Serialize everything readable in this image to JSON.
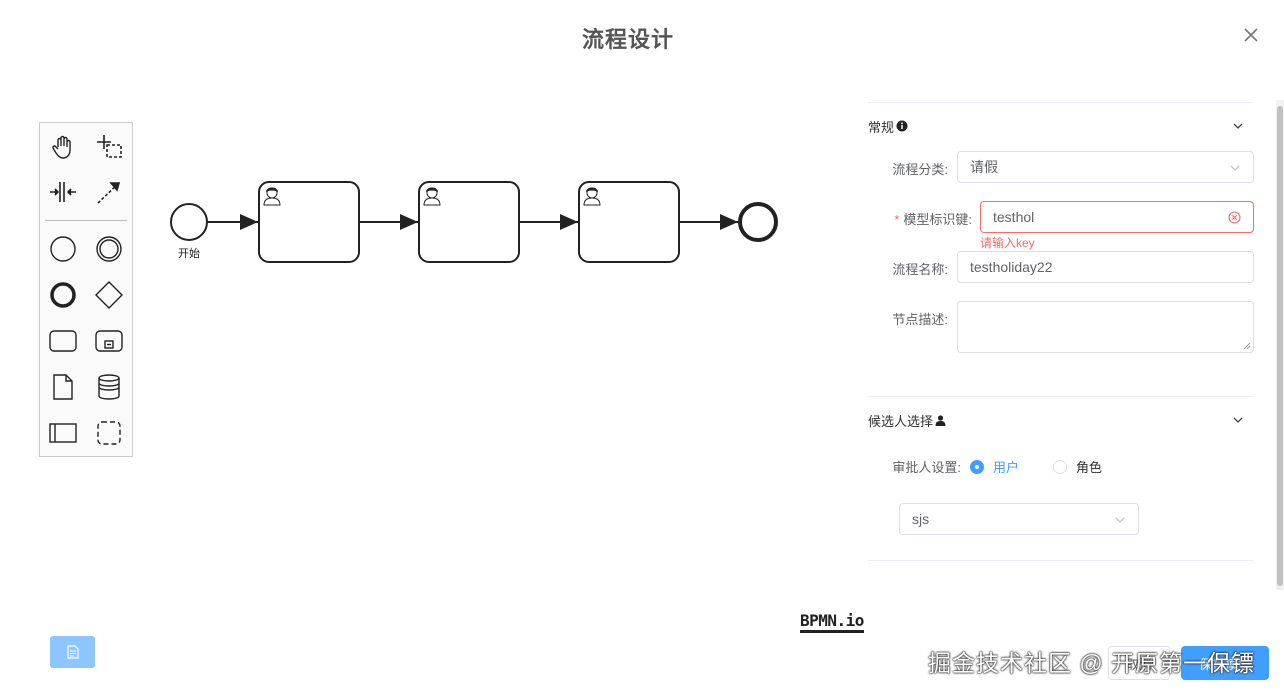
{
  "dialog": {
    "title": "流程设计"
  },
  "canvas": {
    "start_label": "开始",
    "logo": "BPMN.io"
  },
  "panel": {
    "general": {
      "title": "常规",
      "fields": {
        "category": {
          "label": "流程分类:",
          "value": "请假"
        },
        "model_key": {
          "label": "模型标识键:",
          "value": "testhol",
          "required": true,
          "error": "请输入key"
        },
        "name": {
          "label": "流程名称:",
          "value": "testholiday22"
        },
        "desc": {
          "label": "节点描述:",
          "value": ""
        }
      }
    },
    "candidate": {
      "title": "候选人选择",
      "approver_label": "审批人设置:",
      "options": [
        "用户",
        "角色"
      ],
      "selected": "用户",
      "select_value": "sjs"
    }
  },
  "footer": {
    "cancel": "取消",
    "save": "保存模型"
  },
  "watermark": "掘金技术社区 @ 开原第一保镖",
  "colors": {
    "primary": "#409eff",
    "error": "#f56c6c",
    "xml_button": "#8cc5ff"
  }
}
